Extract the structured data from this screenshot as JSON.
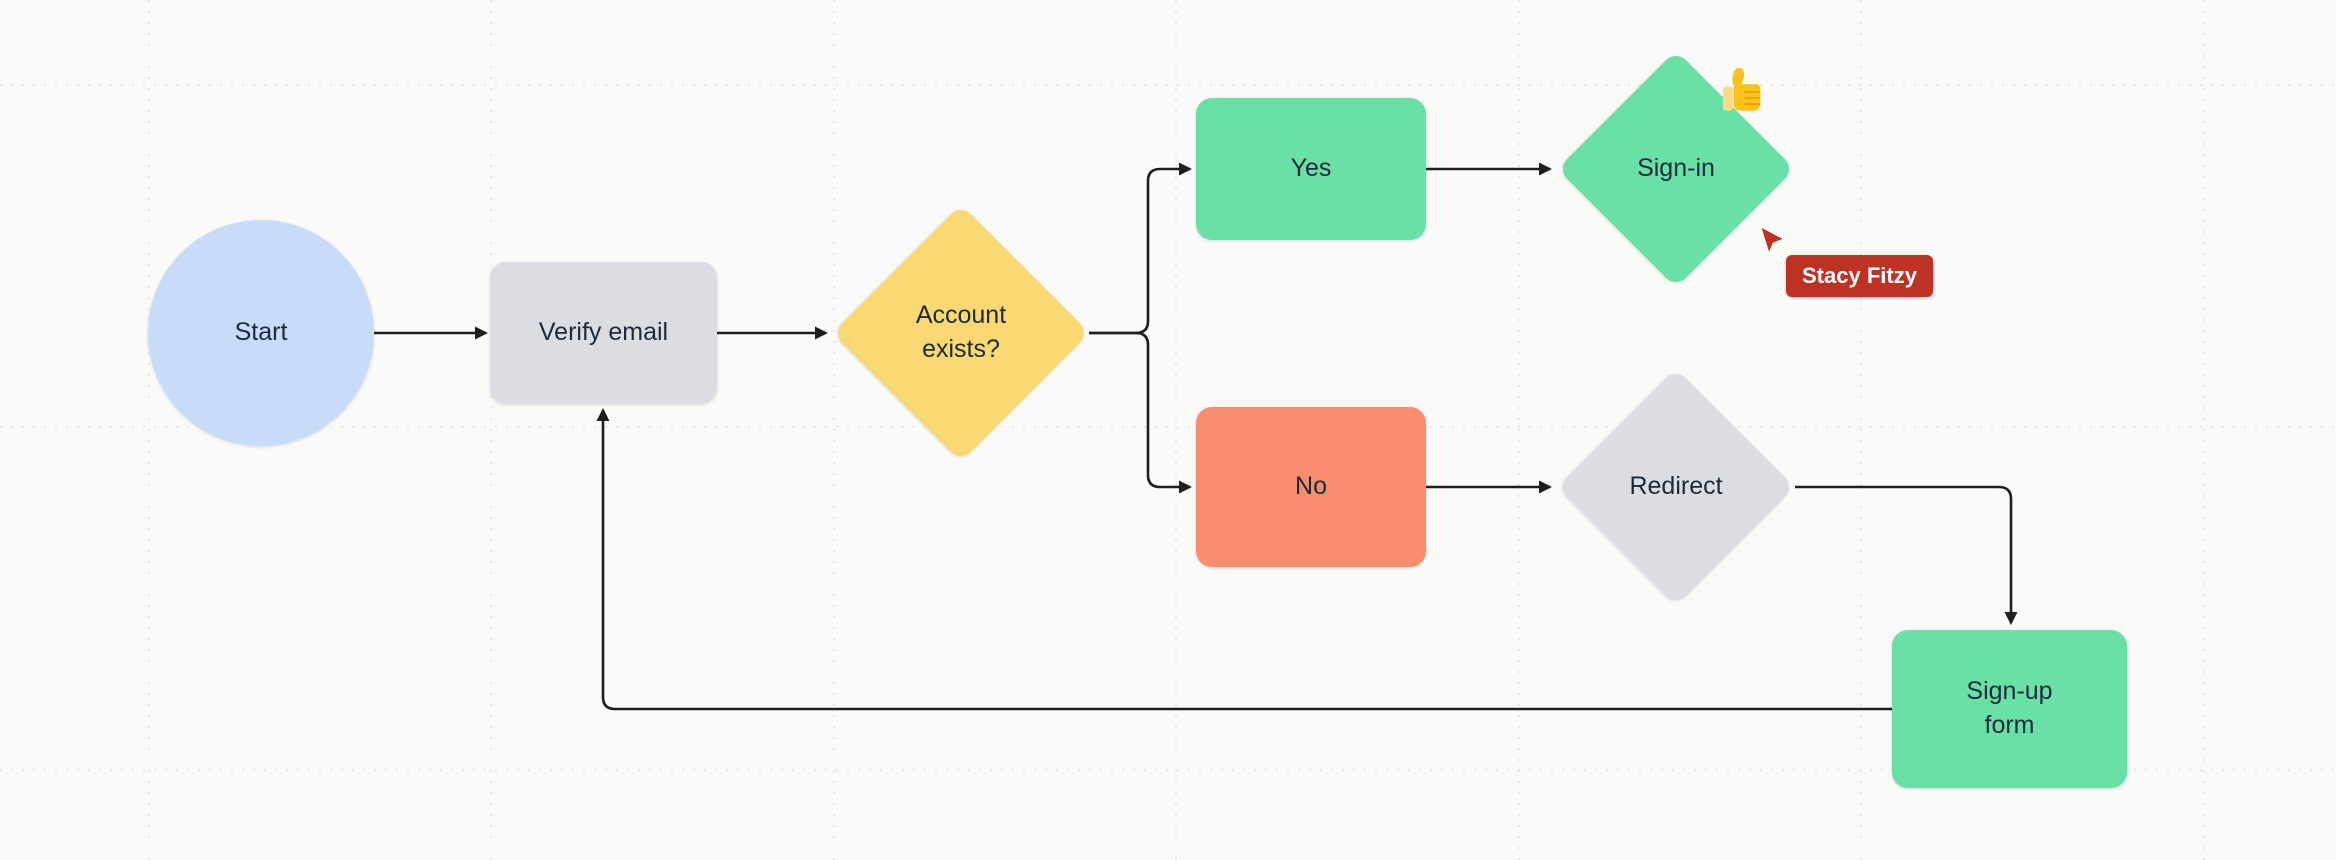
{
  "canvas": {
    "background": "#fafaf8",
    "grid_color": "#e2e2de"
  },
  "diagram": {
    "type": "flowchart",
    "nodes": {
      "start": {
        "label": "Start",
        "shape": "circle",
        "fill": "#c8dbf8"
      },
      "verify_email": {
        "label": "Verify email",
        "shape": "rounded-rect",
        "fill": "#dbdde2"
      },
      "account_exists": {
        "label": "Account exists?",
        "shape": "diamond",
        "fill": "#fad873"
      },
      "yes": {
        "label": "Yes",
        "shape": "rounded-rect",
        "fill": "#69e0a5"
      },
      "no": {
        "label": "No",
        "shape": "rounded-rect",
        "fill": "#f88e6d"
      },
      "sign_in": {
        "label": "Sign-in",
        "shape": "diamond",
        "fill": "#69e0a5"
      },
      "redirect": {
        "label": "Redirect",
        "shape": "diamond",
        "fill": "#dbdde2"
      },
      "sign_up_form": {
        "label": "Sign-up form",
        "shape": "rounded-rect",
        "fill": "#69e0a5"
      }
    },
    "edges": [
      {
        "from": "start",
        "to": "verify_email"
      },
      {
        "from": "verify_email",
        "to": "account_exists"
      },
      {
        "from": "account_exists",
        "to": "yes"
      },
      {
        "from": "account_exists",
        "to": "no"
      },
      {
        "from": "yes",
        "to": "sign_in"
      },
      {
        "from": "no",
        "to": "redirect"
      },
      {
        "from": "redirect",
        "to": "sign_up_form"
      },
      {
        "from": "sign_up_form",
        "to": "verify_email"
      }
    ],
    "edge_color": "#1e1e1e"
  },
  "collaborator": {
    "name": "Stacy Fitzy",
    "color": "#be3223"
  },
  "reaction": {
    "emoji": "thumbs-up",
    "fill": "#fcc21c"
  }
}
